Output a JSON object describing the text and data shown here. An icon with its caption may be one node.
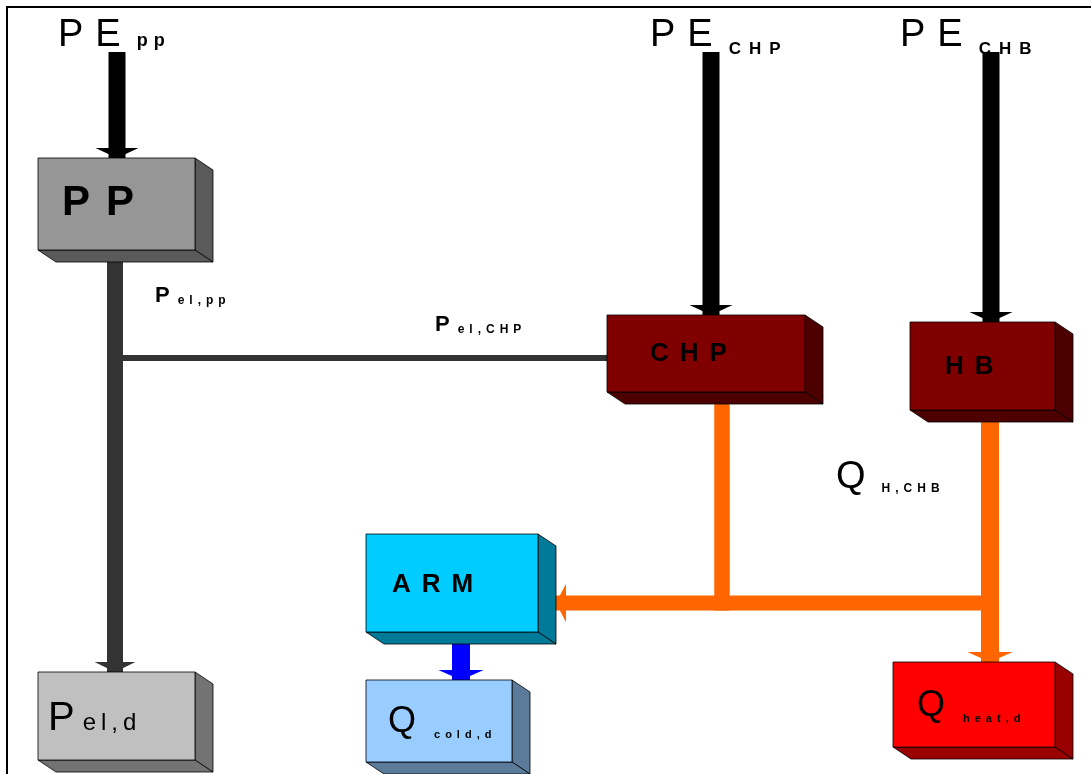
{
  "diagram": {
    "nodes": [
      {
        "text": [
          "PE$_{pp}$"
        ]
      },
      {
        "text": [
          "PP"
        ]
      },
      {
        "text": [
          "PE$_{CHP}$"
        ]
      },
      {
        "text": [
          "PE$_{CHB}$"
        ]
      },
      {
        "text": [
          "CHP"
        ]
      },
      {
        "text": [
          "HB"
        ]
      },
      {
        "text": [
          "ARM"
        ]
      },
      {
        "text": [
          "P$_{el,d}$"
        ]
      },
      {
        "text": [
          "Q$_{cold,d}$"
        ]
      },
      {
        "text": [
          "Q$_{heat,d}$"
        ]
      }
    ],
    "edges": [
      {
        "from": 0,
        "to": 1,
        "arrow": "to"
      },
      {
        "from": 2,
        "to": 4,
        "arrow": "to"
      },
      {
        "from": 3,
        "to": 5,
        "arrow": "to"
      },
      {
        "from": 1,
        "to": 7,
        "arrow": "to",
        "label": "P$_{el,pp}$",
        "color": "#333333"
      },
      {
        "from": 4,
        "to": 7,
        "arrow": "to",
        "label": "P$_{el,CHP}$",
        "color": "#333333"
      },
      {
        "from": 4,
        "to": 6,
        "arrow": "to",
        "color": "#ff6600"
      },
      {
        "from": 4,
        "to": 9,
        "arrow": "to",
        "color": "#ff6600"
      },
      {
        "from": 5,
        "to": 9,
        "arrow": "to",
        "label": "Q$_{H,CHB}$",
        "color": "#ff6600"
      },
      {
        "from": 6,
        "to": 8,
        "arrow": "to",
        "color": "#0000ff"
      }
    ]
  }
}
